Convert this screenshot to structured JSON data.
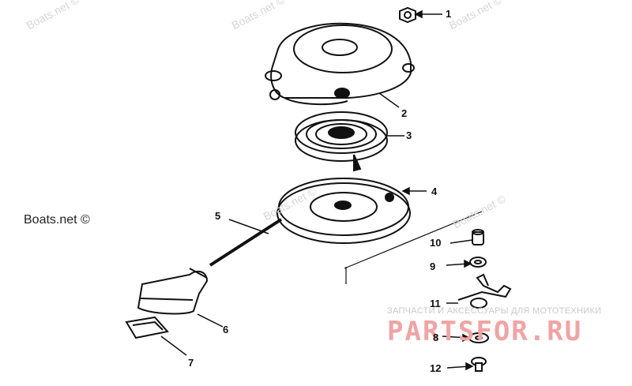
{
  "watermarks": {
    "boats_net": "Boats.net ©",
    "repeat_count_note": ""
  },
  "brand": {
    "subtitle": "ЗАПЧАСТИ И АКСЕССУАРЫ ДЛЯ МОТОТЕХНИКИ",
    "logo_text": "PARTSFOR.RU",
    "logo_color": "#f2a3a3"
  },
  "callouts": [
    "1",
    "2",
    "3",
    "4",
    "5",
    "6",
    "7",
    "8",
    "9",
    "10",
    "11",
    "12"
  ],
  "colors": {
    "line": "#111111",
    "watermark": "#d6d6d6"
  }
}
